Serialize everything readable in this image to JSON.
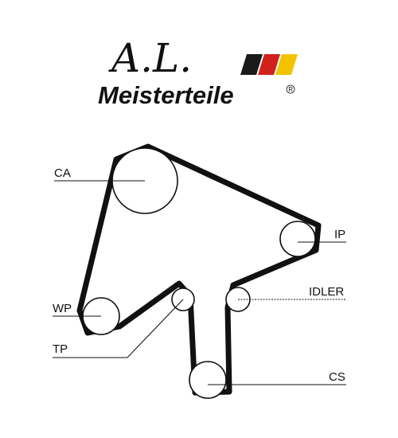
{
  "logo": {
    "script_text": "A.L.",
    "brand_name": "Meisterteile",
    "registered_mark": "R",
    "flag_colors": [
      "#1a1a1a",
      "#d0211c",
      "#f2c400"
    ]
  },
  "diagram": {
    "labels": {
      "ca": "CA",
      "ip": "IP",
      "wp": "WP",
      "idler": "IDLER",
      "tp": "TP",
      "cs": "CS"
    }
  }
}
